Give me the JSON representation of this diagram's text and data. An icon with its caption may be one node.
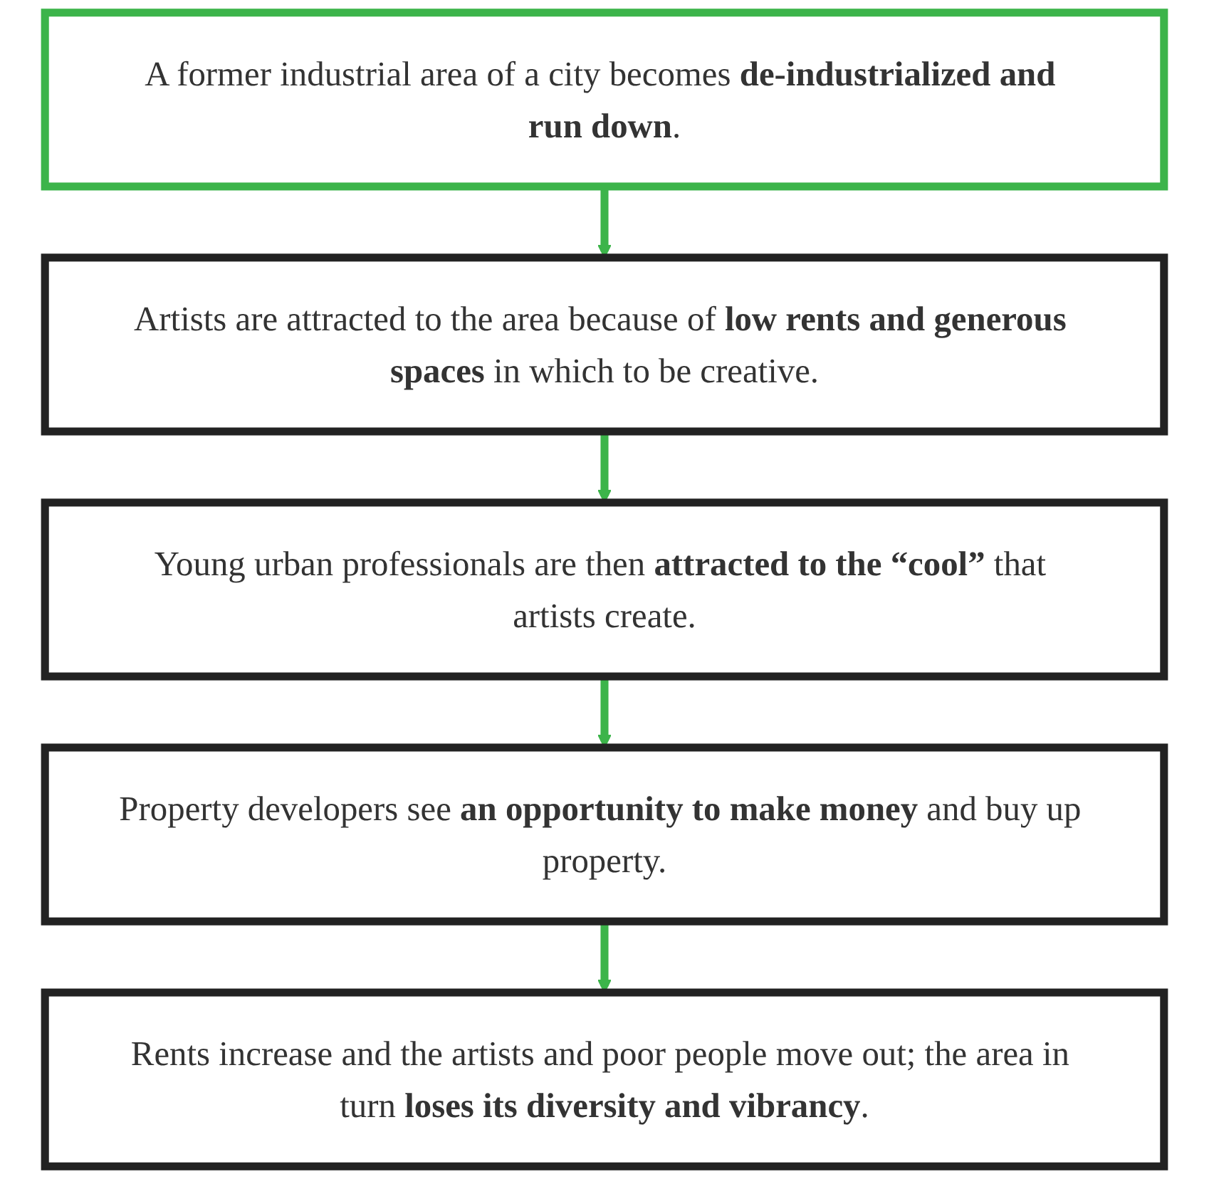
{
  "diagram": {
    "nodes": [
      {
        "text": [
          "A former industrial area of a city becomes **de-industrialized and run down**."
        ]
      },
      {
        "text": [
          "Artists are attracted to the area because of **low rents and generous spaces** in which to be creative."
        ]
      },
      {
        "text": [
          "Young urban professionals are then **attracted to the “cool”** that artists create."
        ]
      },
      {
        "text": [
          "Property developers see **an opportunity to make money** and buy up property."
        ]
      },
      {
        "text": [
          "Rents increase and the artists and poor people move out; the area in turn **loses its diversity and vibrancy**."
        ]
      }
    ],
    "edges": [
      {
        "from": 0,
        "to": 1,
        "arrow": "to"
      },
      {
        "from": 1,
        "to": 2,
        "arrow": "to"
      },
      {
        "from": 2,
        "to": 3,
        "arrow": "to"
      },
      {
        "from": 3,
        "to": 4,
        "arrow": "to"
      }
    ]
  }
}
